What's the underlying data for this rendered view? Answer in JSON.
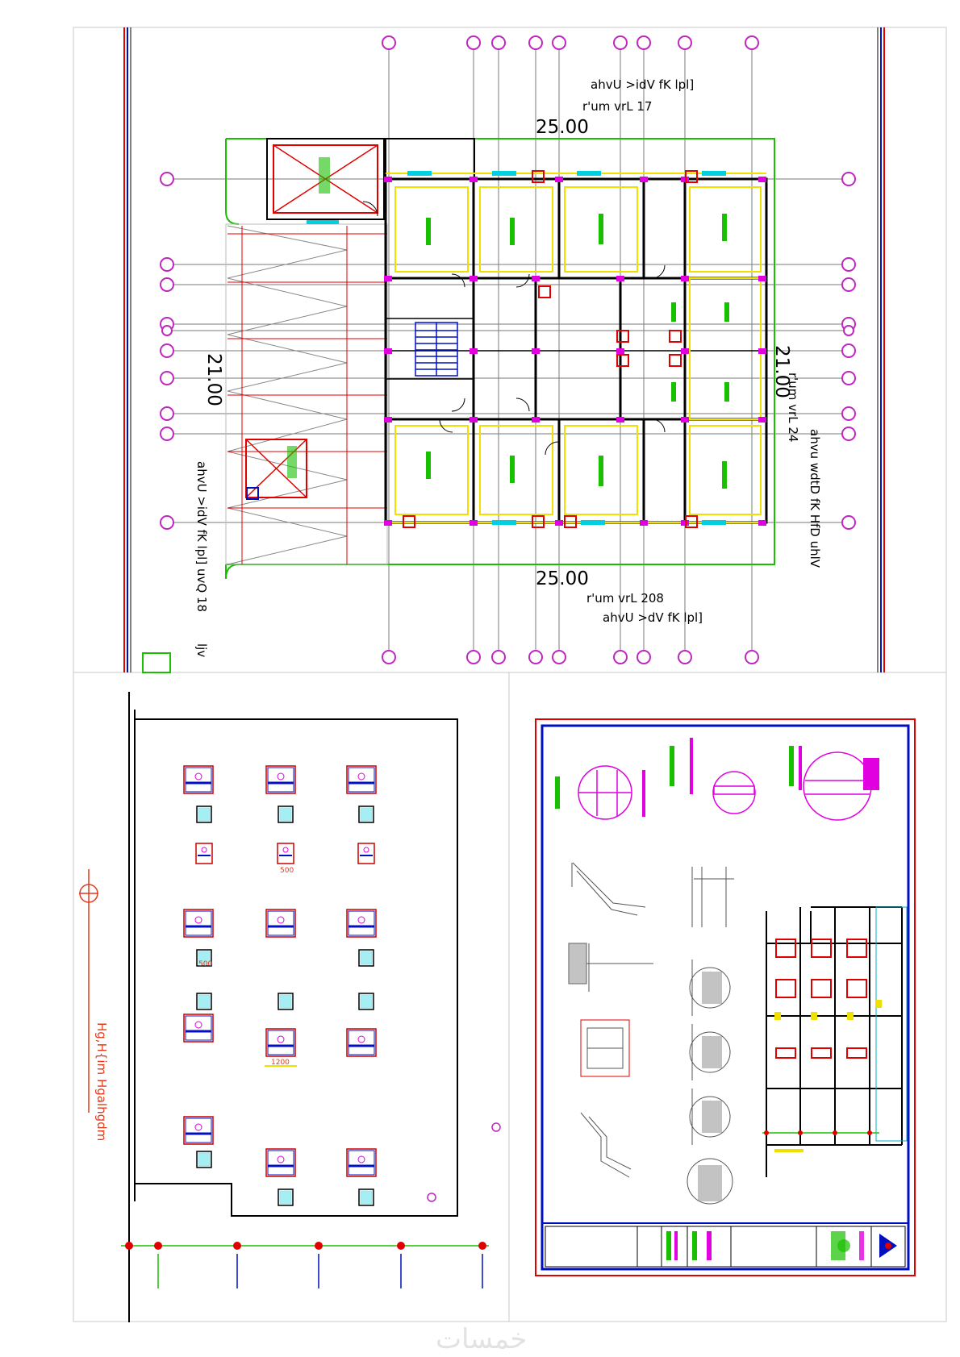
{
  "plan": {
    "dim_top": "25.00",
    "dim_bottom": "25.00",
    "dim_left": "21.00",
    "dim_right": "21.00",
    "top_label_1": "ahvU >idV fK lpl]",
    "top_label_2": "r'um vrL   17",
    "bottom_label_1": "r'um vrL     208",
    "bottom_label_2": "ahvU >dV fK lpl]",
    "right_label_1": "r'um vrL   24",
    "right_label_2": "ahvu wdtD fK HfD uhlV",
    "left_label_1": "ahvU >idV fK lpl] uvQ   18",
    "left_label_2": "ljv"
  },
  "foundation": {
    "vertical_title": "Hg,H{im Hgalhgdm",
    "dim_labels": [
      "500",
      "500",
      "1200"
    ]
  },
  "details": {
    "title_block": "title block"
  },
  "watermark": "خمسات",
  "colors": {
    "grid": "#6b6b6b",
    "bubble": "#c026c0",
    "wall": "#000000",
    "yellow": "#f0e000",
    "red": "#e00000",
    "green": "#18c000",
    "magenta": "#e000e0",
    "cyan": "#00d0e0",
    "blue": "#0010c0"
  }
}
